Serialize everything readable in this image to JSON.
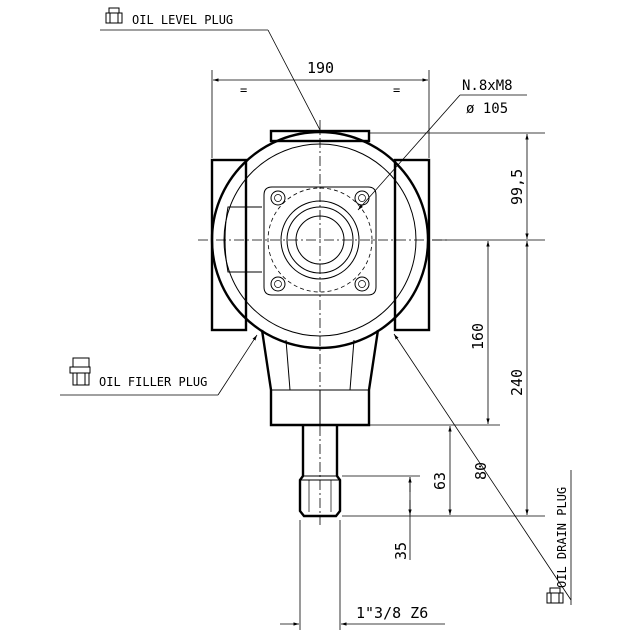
{
  "callouts": {
    "oil_level_plug": "OIL LEVEL PLUG",
    "oil_filler_plug": "OIL FILLER PLUG",
    "oil_drain_plug": "OIL DRAIN PLUG"
  },
  "dimensions": {
    "width_top": "190",
    "equal_mark": "=",
    "bolts": "N.8xM8",
    "bolt_circle": "ø 105",
    "height_99_5": "99,5",
    "height_160": "160",
    "height_240": "240",
    "height_80": "80",
    "height_63": "63",
    "height_35": "35",
    "shaft_spec": "1\"3/8 Z6"
  }
}
